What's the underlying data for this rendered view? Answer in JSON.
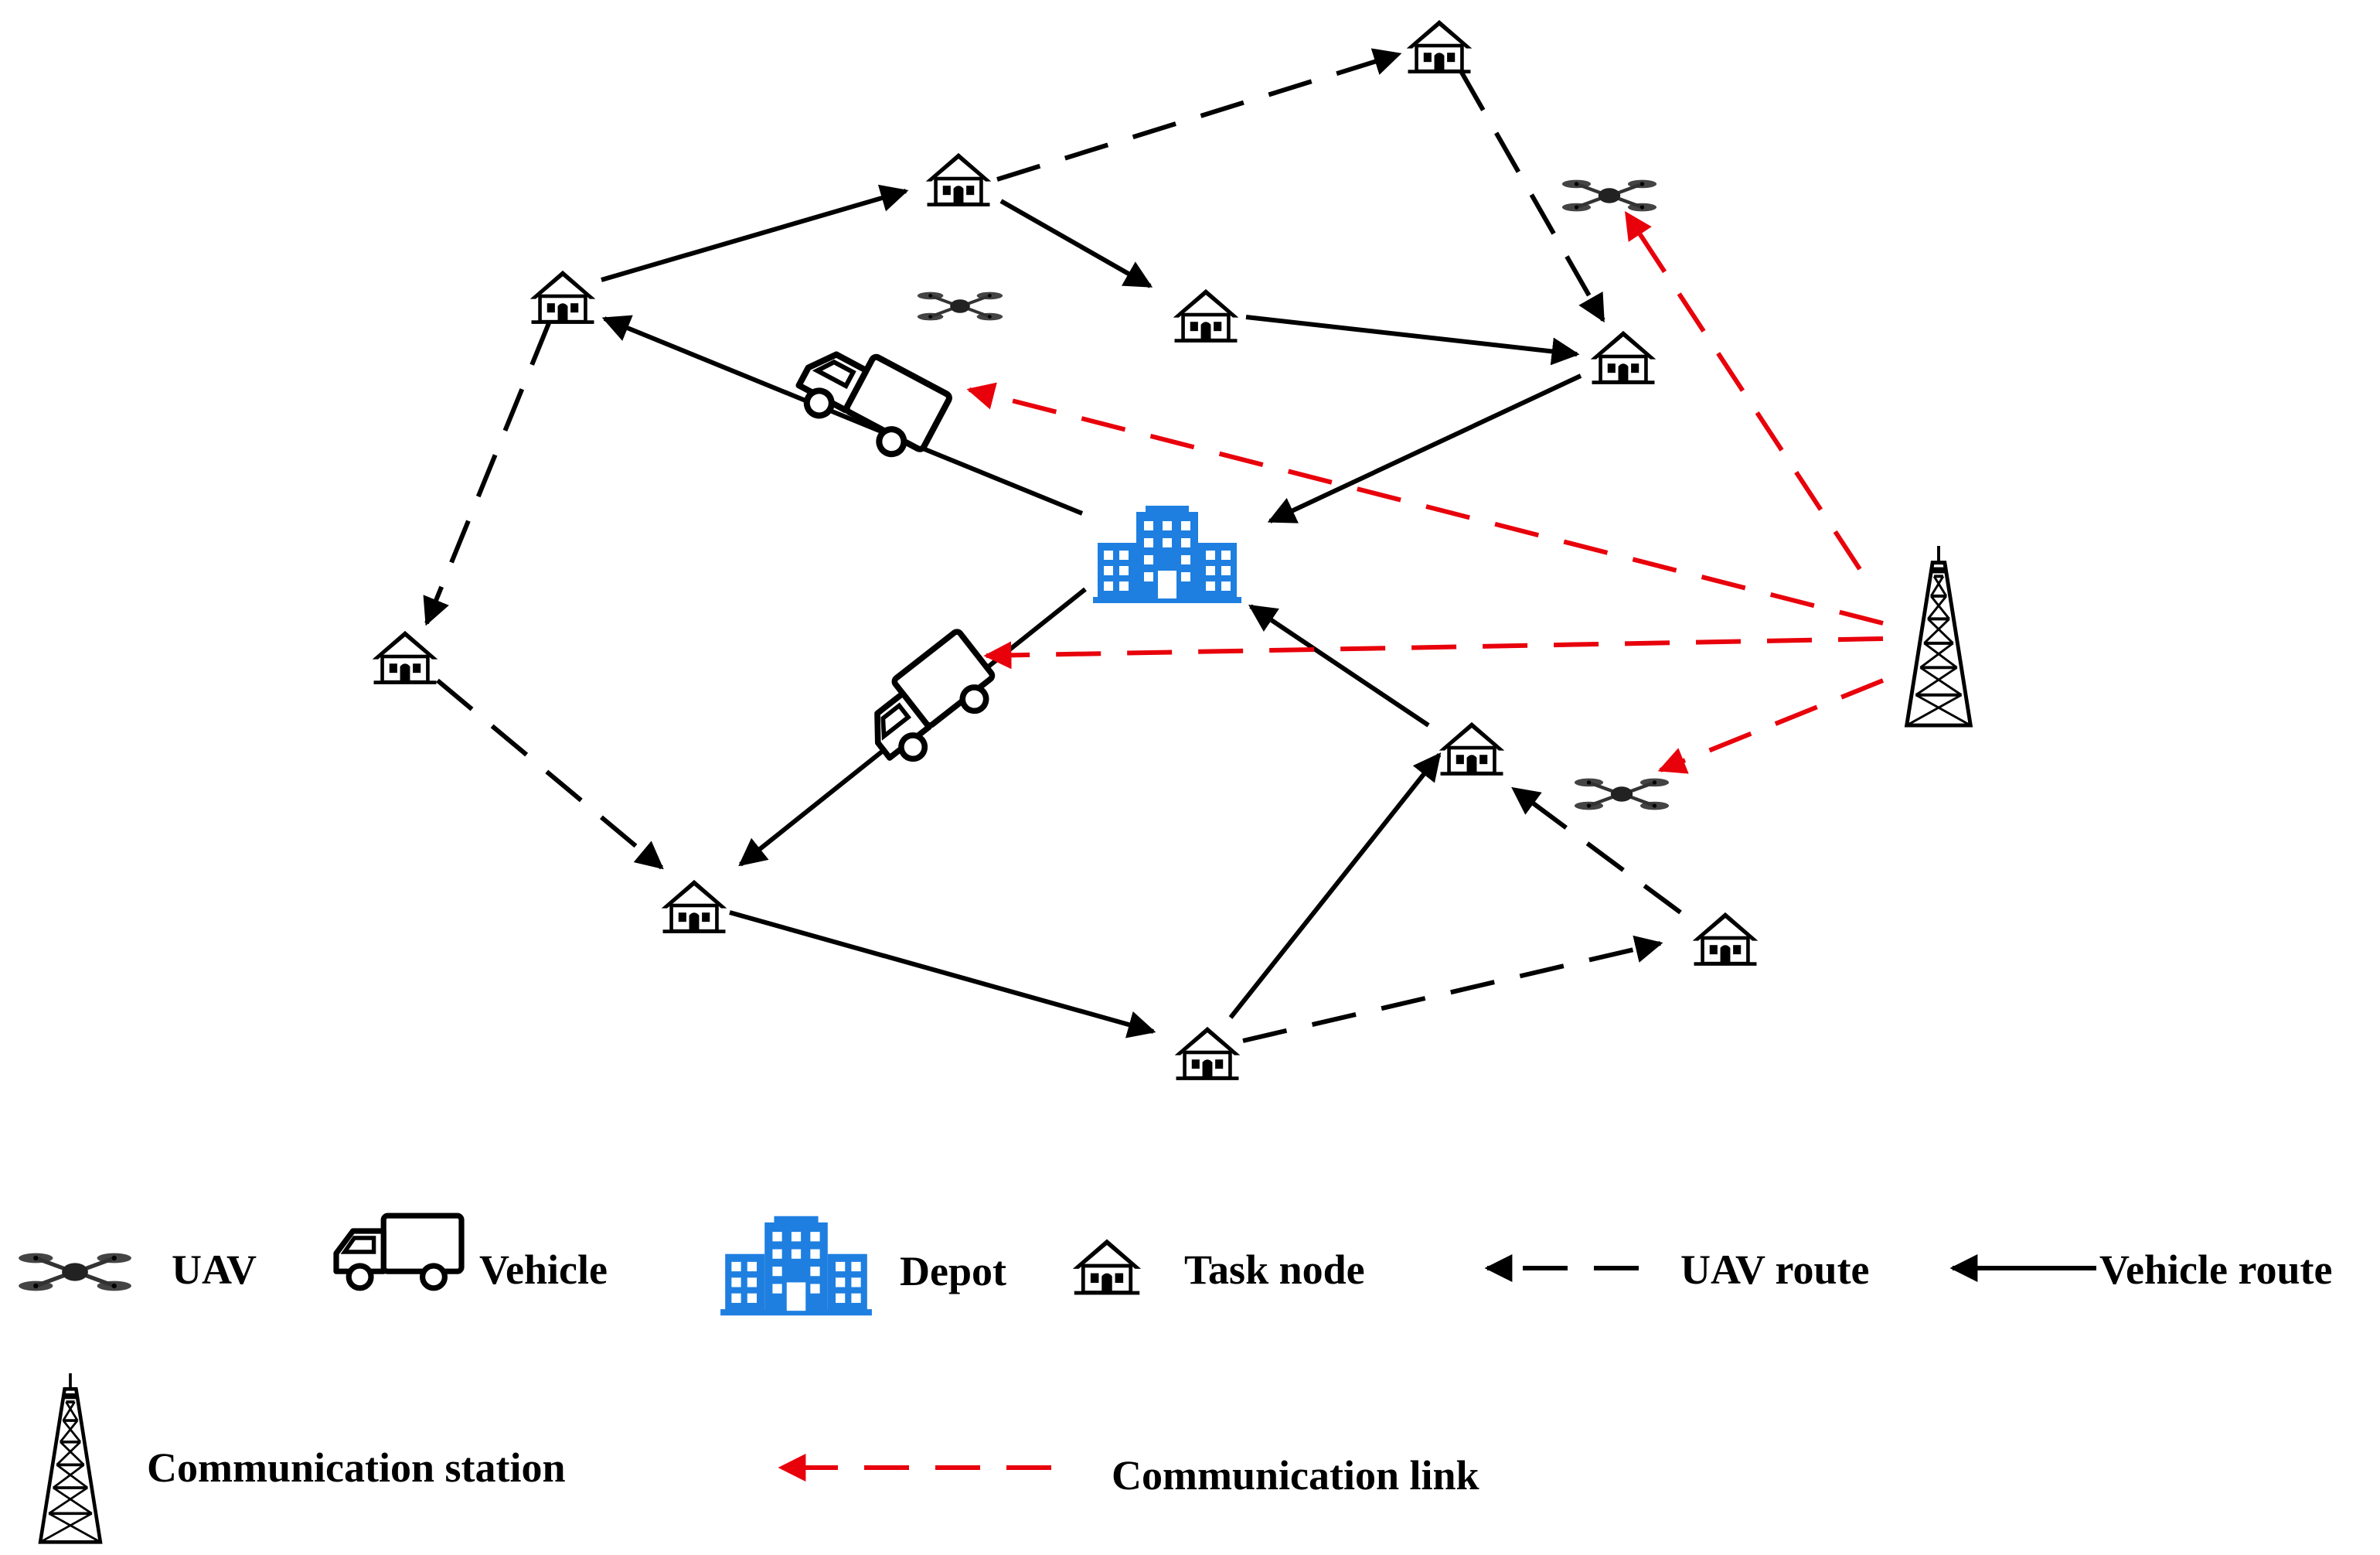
{
  "legend": {
    "uav": "UAV",
    "vehicle": "Vehicle",
    "depot": "Depot",
    "task_node": "Task node",
    "uav_route": "UAV route",
    "vehicle_route": "Vehicle route",
    "communication_station": "Communication station",
    "communication_link": "Communication link"
  },
  "colors": {
    "route": "#000000",
    "communication_link": "#e8000b",
    "depot": "#1e7fe0"
  },
  "icons": [
    "uav-icon",
    "vehicle-icon",
    "depot-icon",
    "task-node-icon",
    "communication-station-icon"
  ]
}
